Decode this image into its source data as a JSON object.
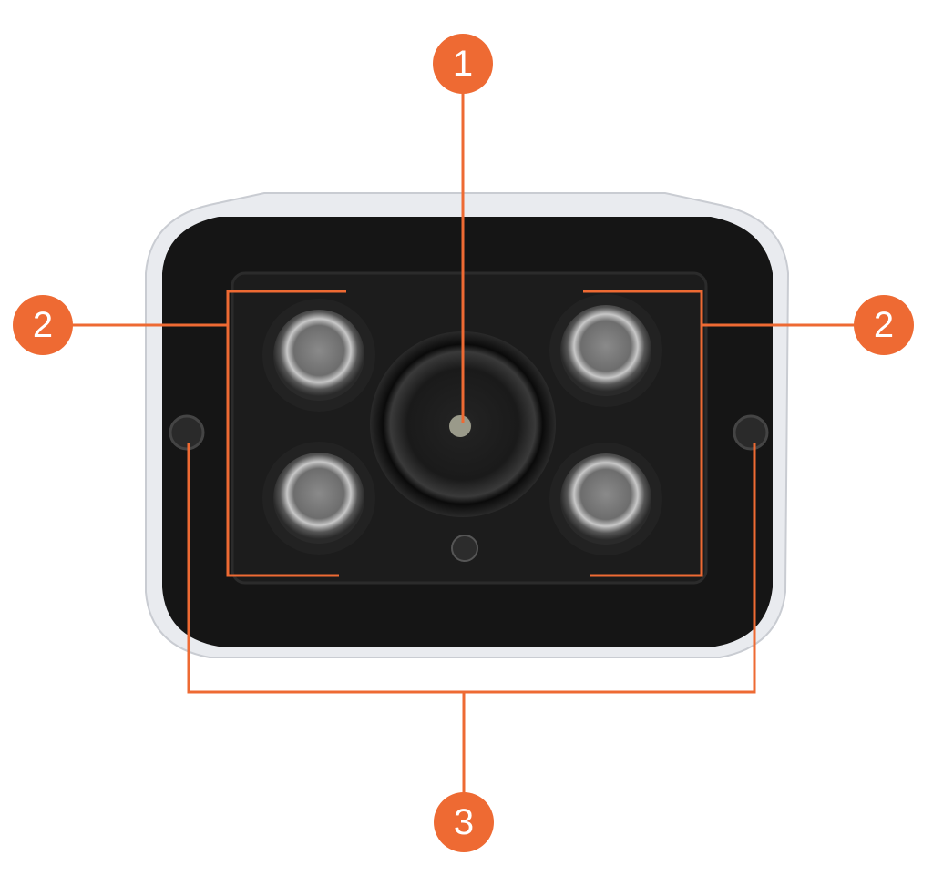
{
  "callouts": [
    {
      "number": "1",
      "part": "lens"
    },
    {
      "number": "2",
      "part": "infrared-leds-left"
    },
    {
      "number": "2",
      "part": "infrared-leds-right"
    },
    {
      "number": "3",
      "part": "mounting-screws"
    }
  ],
  "colors": {
    "accent": "#ee6a33",
    "housing": "#e9ebef",
    "face": "#141414"
  }
}
